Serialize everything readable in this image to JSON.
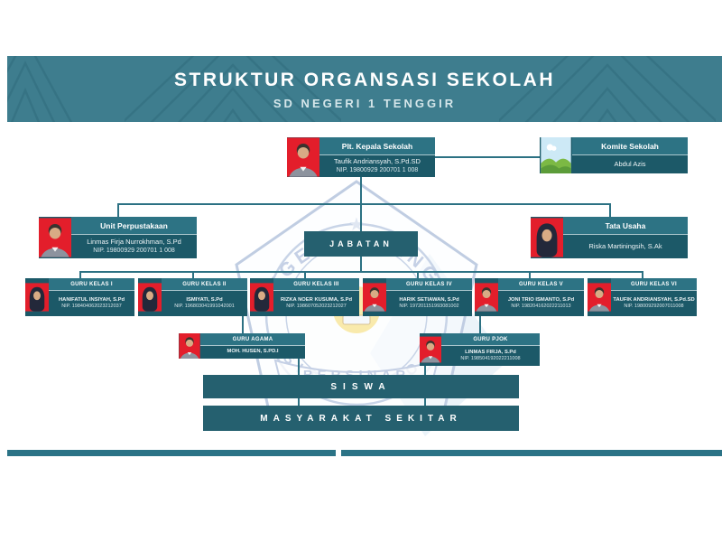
{
  "header": {
    "title": "STRUKTUR ORGANSASI SEKOLAH",
    "subtitle": "SD NEGERI 1 TENGGIR"
  },
  "colors": {
    "header_teal": "#3e7d8e",
    "card_title_teal": "#2d7384",
    "card_body_teal": "#1c5968",
    "solid_box_teal": "#25606f",
    "connector_line": "#2c7183",
    "photo_background_red": "#e31e2b",
    "footer_strip_teal": "#2b7386"
  },
  "cards": {
    "kepala": {
      "title": "Plt. Kepala Sekolah",
      "name": "Taufik Andriansyah, S.Pd.SD",
      "nip": "NIP. 19800929 200701 1 008"
    },
    "komite": {
      "title": "Komite Sekolah",
      "name": "Abdul Azis"
    },
    "perpustakaan": {
      "title": "Unit Perpustakaan",
      "name": "Linmas Firja Nurrokhman, S.Pd",
      "nip": "NIP. 19800929 200701 1 008"
    },
    "tata_usaha": {
      "title": "Tata Usaha",
      "name": "Riska Martiningsih, S.Ak"
    },
    "agama": {
      "title": "GURU AGAMA",
      "name": "MOH. HUSEN, S.PD.I"
    },
    "pjok": {
      "title": "GURU PJOK",
      "name": "LINMAS FIRJA, S.Pd",
      "nip": "NIP. 198504192022211008"
    }
  },
  "gurus": [
    {
      "title": "GURU KELAS I",
      "name": "HANIFATUL INSIYAH, S.Pd",
      "nip": "NIP. 198404062023212037"
    },
    {
      "title": "GURU KELAS II",
      "name": "ISMIYATI, S.Pd",
      "nip": "NIP. 196803041991042001"
    },
    {
      "title": "GURU KELAS III",
      "name": "RIZKA NOER KUSUMA, S.Pd",
      "nip": "NIP. 198607052023212027"
    },
    {
      "title": "GURU KELAS IV",
      "name": "HARIK SETIAWAN, S.Pd",
      "nip": "NIP. 197201151993081002"
    },
    {
      "title": "GURU KELAS V",
      "name": "JONI TRIO ISMANTO, S.Pd",
      "nip": "NIP. 198204162022211013"
    },
    {
      "title": "GURU KELAS VI",
      "name": "TAUFIK ANDRIANSYAH, S.Pd.SD",
      "nip": "NIP. 198009292007011008"
    }
  ],
  "banners": {
    "jabatan": "JABATAN",
    "siswa": "SISWA",
    "masyarakat": "MASYARAKAT SEKITAR"
  },
  "watermark": {
    "arc_top": "NEGERI 1 TENG",
    "banner": "BERSINAR",
    "arc_bottom": "SITUBONDO"
  }
}
